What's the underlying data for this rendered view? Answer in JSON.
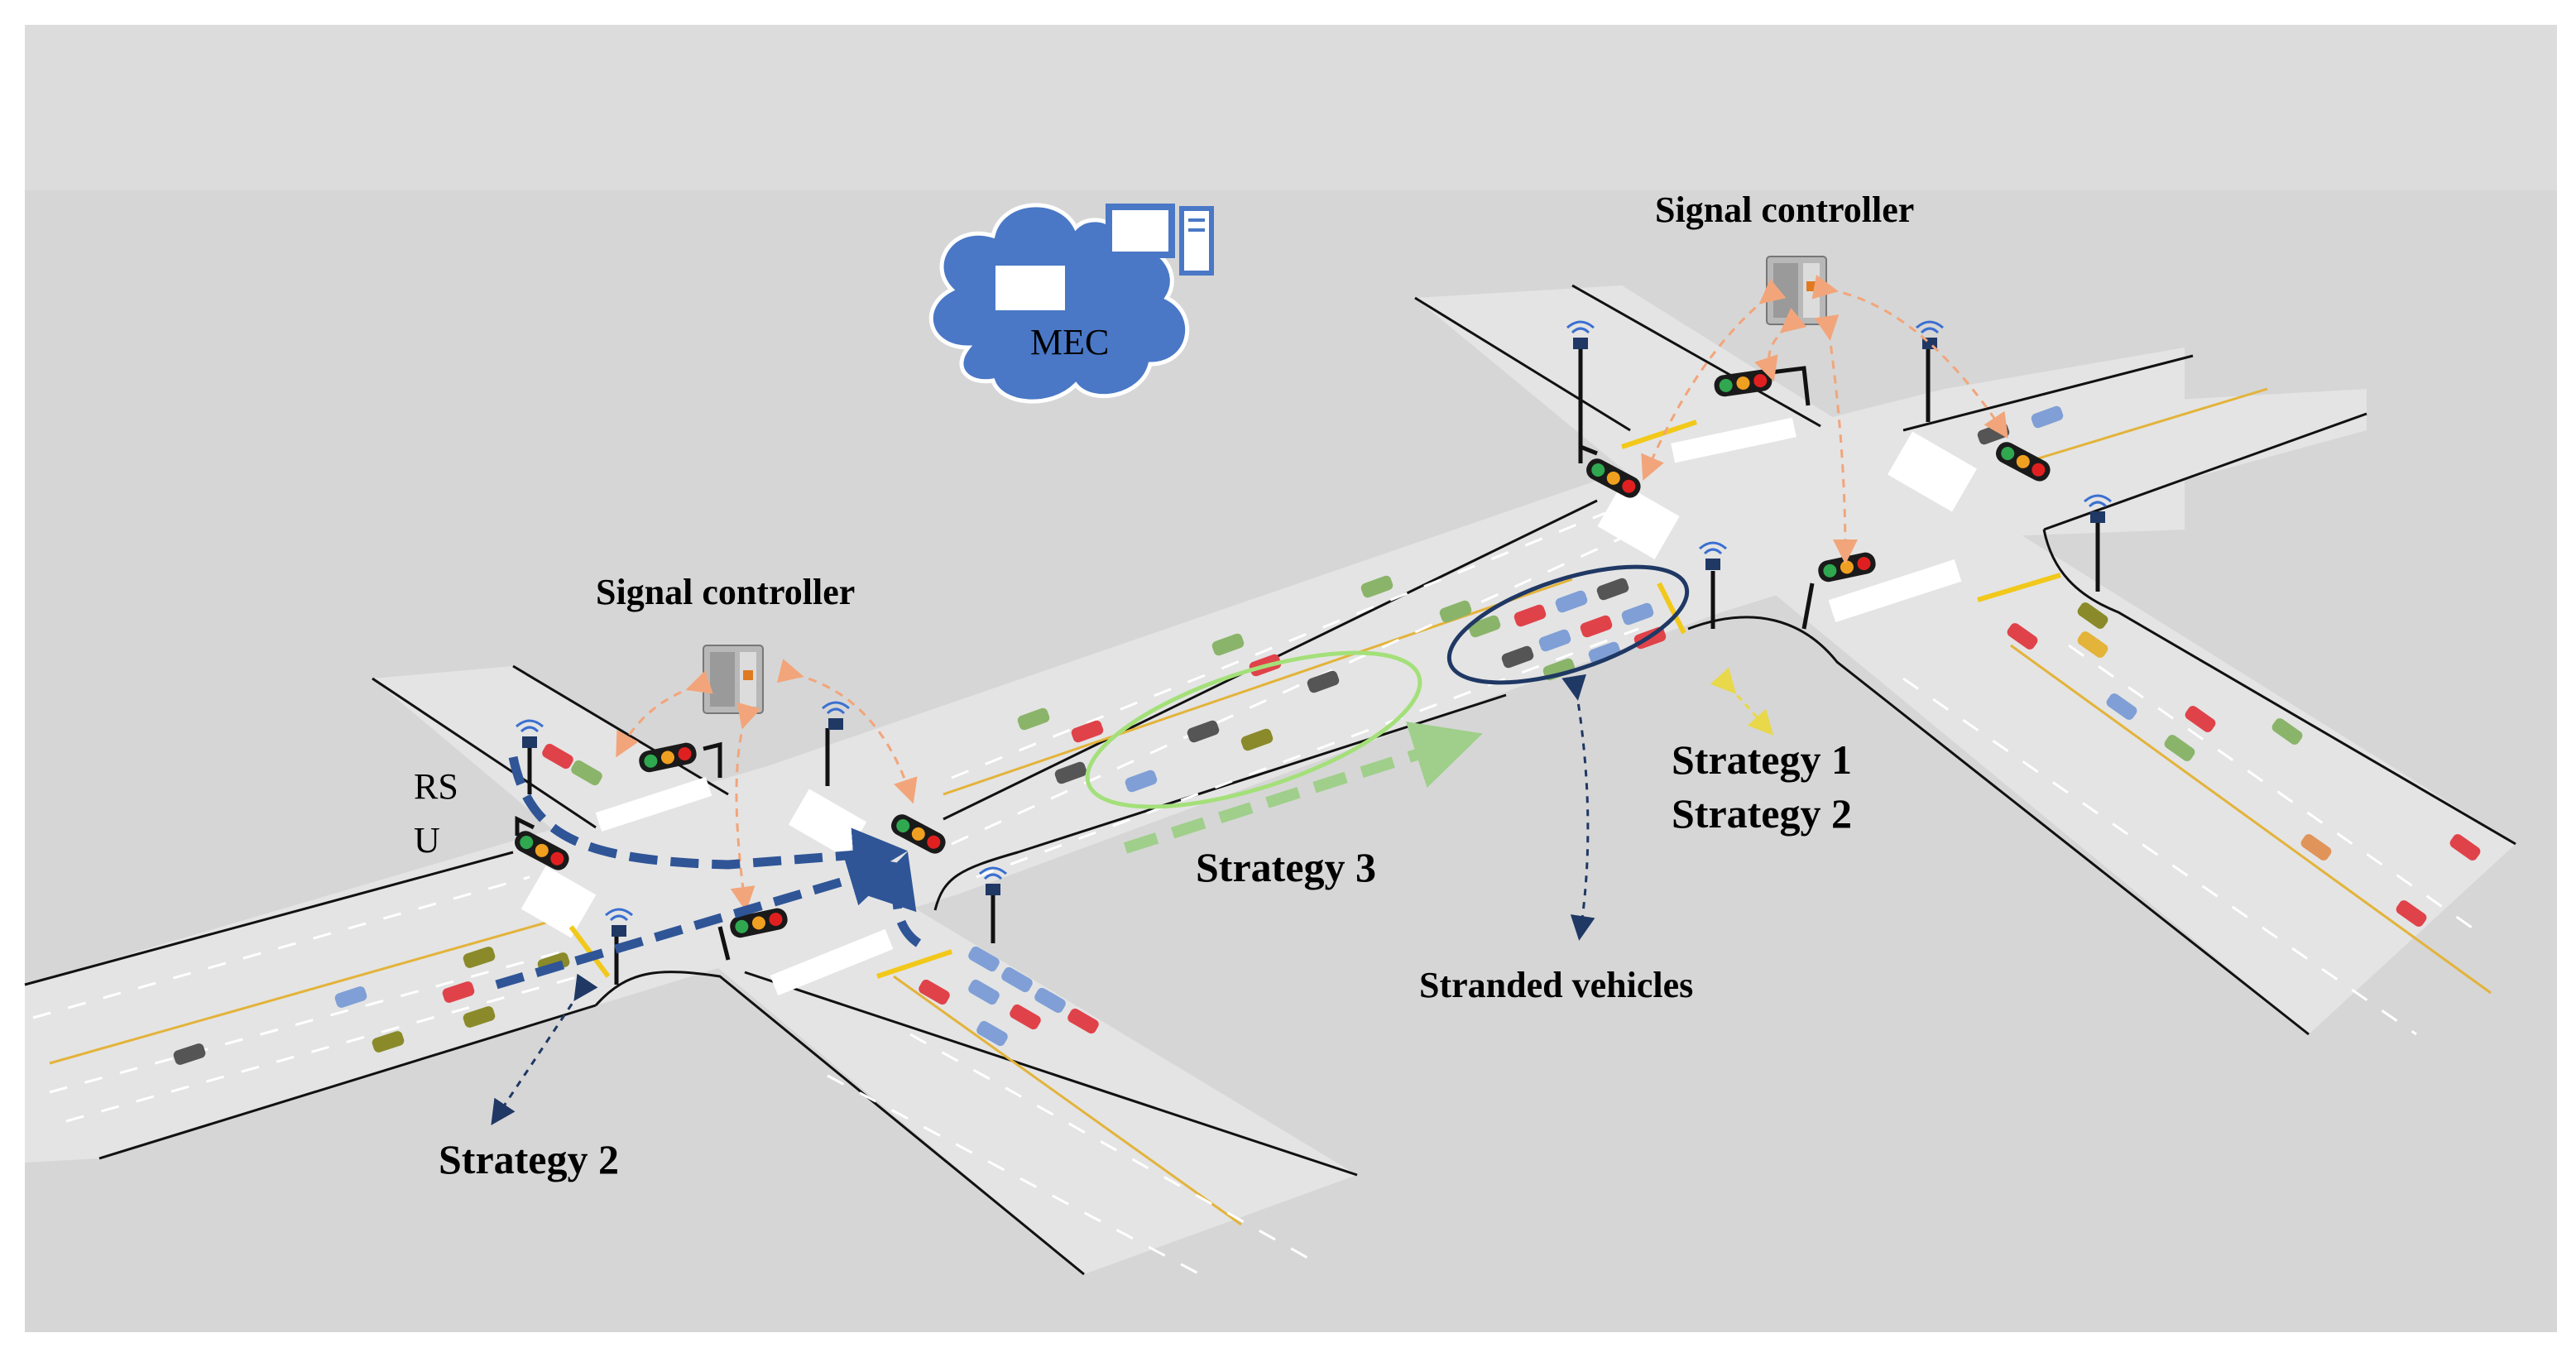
{
  "cloud": {
    "label": "MEC"
  },
  "controllers": {
    "left_label": "Signal controller",
    "right_label": "Signal controller"
  },
  "rsu": {
    "line1": "RS",
    "line2": "U"
  },
  "strategies": {
    "s1": "Strategy 1",
    "s2_right": "Strategy 2",
    "s2_left": "Strategy 2",
    "s3": "Strategy 3"
  },
  "stranded_label": "Stranded vehicles",
  "colors": {
    "background": "#d8d8d8",
    "road": "#e3e3e3",
    "edge": "#111111",
    "center_line": "#e3b33a",
    "cloud": "#4a78c6",
    "strategy2_arrow": "#2f5597",
    "strategy3_arrow": "#9fcf8a",
    "stranded_ellipse": "#1f3864",
    "controller_link": "#f2a57a",
    "strategy1_link": "#f0e050"
  }
}
